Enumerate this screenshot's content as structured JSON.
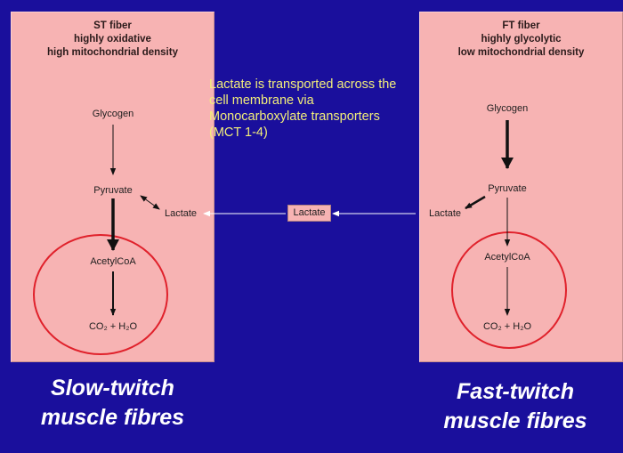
{
  "st_panel": {
    "header": [
      "ST fiber",
      "highly oxidative",
      "high mitochondrial density"
    ],
    "glycogen": "Glycogen",
    "pyruvate": "Pyruvate",
    "lactate": "Lactate",
    "acetylcoa": "AcetylCoA",
    "co2_h2o": "CO₂ + H₂O"
  },
  "ft_panel": {
    "header": [
      "FT fiber",
      "highly glycolytic",
      "low mitochondrial density"
    ],
    "glycogen": "Glycogen",
    "pyruvate": "Pyruvate",
    "lactate": "Lactate",
    "acetylcoa": "AcetylCoA",
    "co2_h2o": "CO₂ + H₂O"
  },
  "transport_note": "Lactate is transported across the cell membrane via Monocarboxylate transporters (MCT 1-4)",
  "lactate_box": "Lactate",
  "captions": {
    "left": [
      "Slow-twitch",
      "muscle fibres"
    ],
    "right": [
      "Fast-twitch",
      "muscle fibres"
    ]
  },
  "colors": {
    "background": "#1a0f9c",
    "panel": "#f7b3b3",
    "mitochondria_circle": "#e0212b",
    "note_text": "#f2ee7a",
    "caption_text": "#ffffff"
  }
}
